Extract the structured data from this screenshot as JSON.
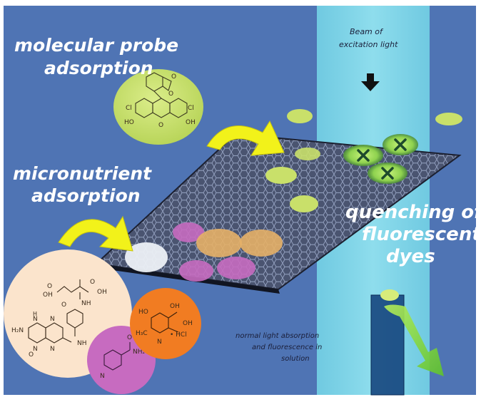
{
  "labels": {
    "molecular_probe_line1": "molecular probe",
    "molecular_probe_line2": "adsorption",
    "micronutrient_line1": "micronutrient",
    "micronutrient_line2": "adsorption",
    "quenching_line1": "quenching of",
    "quenching_line2": "fluorescent",
    "quenching_line3": "dyes",
    "beam_line1": "Beam of",
    "beam_line2": "excitation light",
    "normal_line1": "normal light absorption",
    "normal_line2": "and fluorescence in",
    "normal_line3": "solution"
  },
  "molecules": {
    "probe": {
      "o_carbonyl": "O",
      "o_lactone": "O",
      "cl_left": "Cl",
      "cl_right": "Cl",
      "ho_left": "HO",
      "oh_right": "OH",
      "o_ring": "O"
    },
    "folate": {
      "o_top": "O",
      "oh_left": "OH",
      "oh_right": "OH",
      "o_acid": "O",
      "nh_amide": "NH",
      "o_amide": "O",
      "h2n": "H₂N",
      "n1": "N",
      "h_n": "H",
      "n2": "N",
      "n3": "N",
      "n4": "N",
      "nh_link": "NH",
      "o_bottom": "O"
    },
    "nicotinamide": {
      "o": "O",
      "nh2": "NH₂",
      "n": "N"
    },
    "pyridoxine": {
      "ho": "HO",
      "oh_a": "OH",
      "oh_b": "OH",
      "h3c": "H₃C",
      "n": "N",
      "hcl": "• HCl"
    }
  },
  "colors": {
    "background": "#4f74b4",
    "beam": "#6fe0ec",
    "probe_disc": "#c9e06a",
    "folate_disc": "#fbe4cc",
    "nicotinamide_disc": "#c76bc0",
    "pyridoxine_disc": "#f17c22",
    "arrow_yellow": "#f2f21a",
    "arrow_green": "#7fd23a",
    "sheet": "#48506a"
  },
  "icons": {
    "beam_arrow": "arrow-down-icon",
    "quench_marks": "x-mark-icon"
  }
}
